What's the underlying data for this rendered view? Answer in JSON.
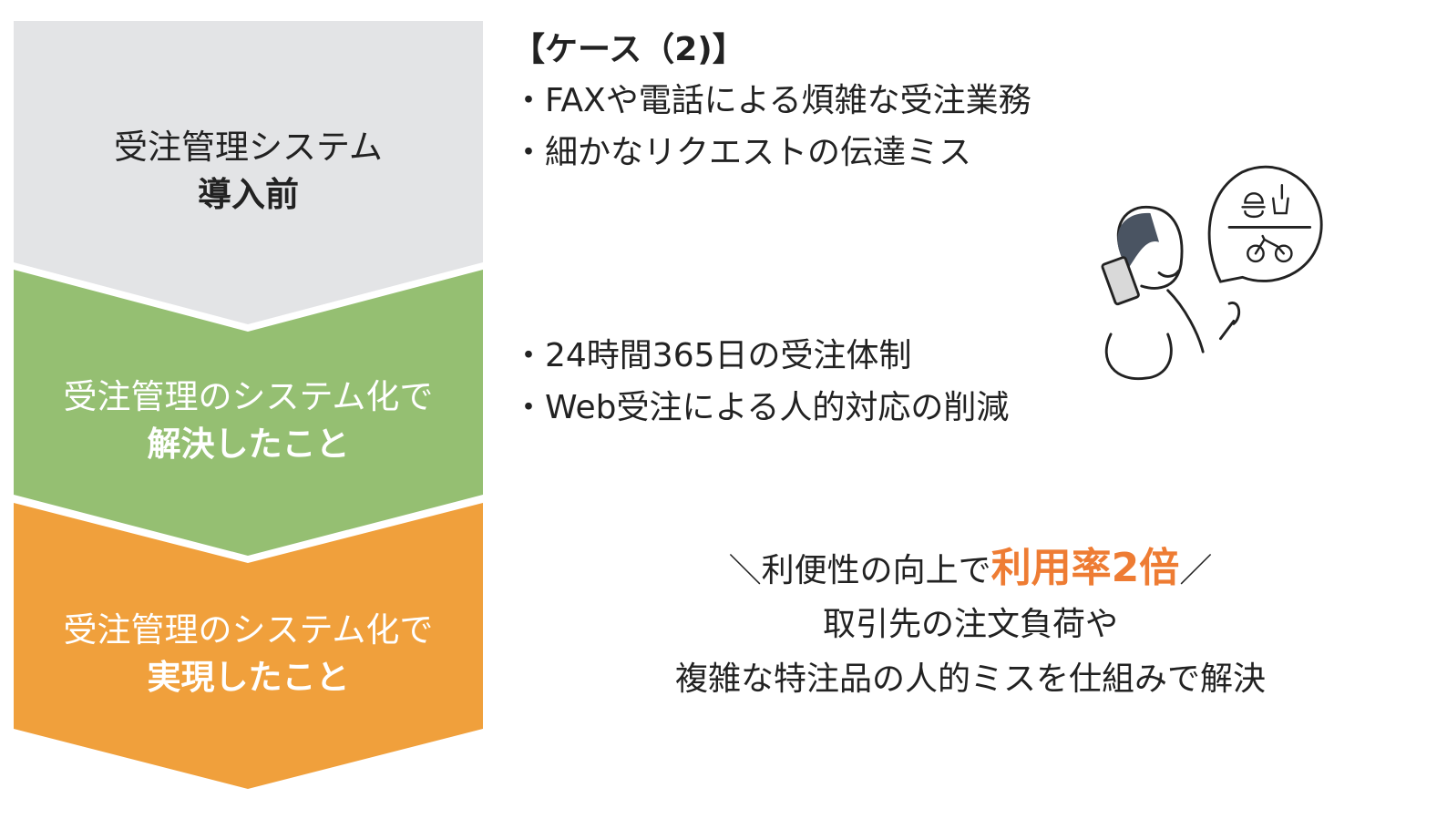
{
  "stages": [
    {
      "line1": "受注管理システム",
      "line2": "導入前",
      "color": "#e3e4e6"
    },
    {
      "line1": "受注管理のシステム化で",
      "line2": "解決したこと",
      "color": "#95bf72"
    },
    {
      "line1": "受注管理のシステム化で",
      "line2": "実現したこと",
      "color": "#f0a03c"
    }
  ],
  "before": {
    "title": "【ケース（2)】",
    "items": [
      "・FAXや電話による煩雑な受注業務",
      "・細かなリクエストの伝達ミス"
    ]
  },
  "solved": {
    "items": [
      "・24時間365日の受注体制",
      "・Web受注による人的対応の削減"
    ]
  },
  "achieved": {
    "prefix": "＼利便性の向上で",
    "highlight": "利用率2倍",
    "suffix": "／",
    "line2": "取引先の注文負荷や",
    "line3": "複雑な特注品の人的ミスを仕組みで解決",
    "accent_color": "#ee7c33"
  }
}
